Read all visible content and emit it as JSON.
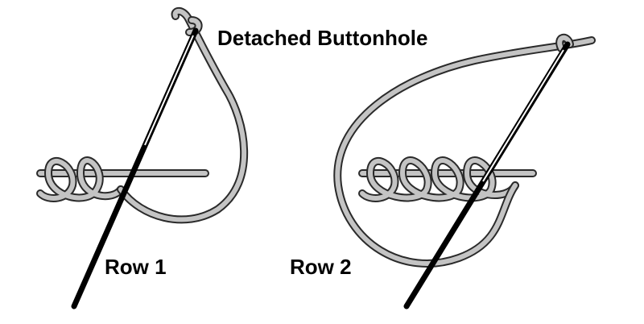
{
  "title": "Detached Buttonhole",
  "labels": {
    "row1": "Row 1",
    "row2": "Row 2"
  },
  "colors": {
    "thread": "#c4c4c4",
    "outline": "#2a2a2a",
    "needle": "#000000"
  }
}
